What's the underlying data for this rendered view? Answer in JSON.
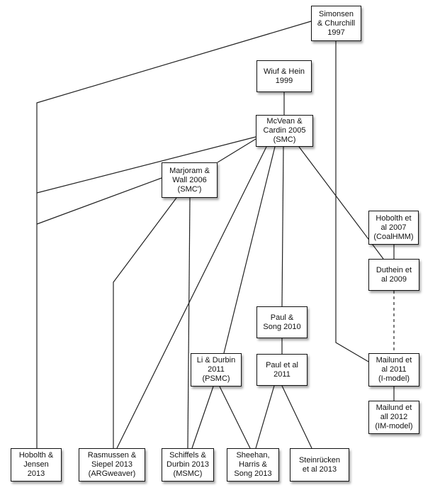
{
  "nodes": [
    {
      "id": "simonsen",
      "name": "node-simonsen-churchill-1997",
      "label": "Simonsen\n& Churchill\n1997"
    },
    {
      "id": "wiuf",
      "name": "node-wiuf-hein-1999",
      "label": "Wiuf & Hein\n1999"
    },
    {
      "id": "mcvean",
      "name": "node-mcvean-cardin-2005",
      "label": "McVean &\nCardin 2005\n(SMC)"
    },
    {
      "id": "marjoram",
      "name": "node-marjoram-wall-2006",
      "label": "Marjoram &\nWall 2006\n(SMC')"
    },
    {
      "id": "hobolth2007",
      "name": "node-hobolth-2007",
      "label": "Hobolth et\nal 2007\n(CoalHMM)"
    },
    {
      "id": "dutheil",
      "name": "node-dutheil-2009",
      "label": "Duthein et\nal 2009"
    },
    {
      "id": "paulsong",
      "name": "node-paul-song-2010",
      "label": "Paul &\nSong 2010"
    },
    {
      "id": "lidurbin",
      "name": "node-li-durbin-2011",
      "label": "Li & Durbin\n2011\n(PSMC)"
    },
    {
      "id": "paul2011",
      "name": "node-paul-2011",
      "label": "Paul et al\n2011"
    },
    {
      "id": "mailund2011",
      "name": "node-mailund-2011",
      "label": "Mailund et\nal 2011\n(I-model)"
    },
    {
      "id": "mailund2012",
      "name": "node-mailund-2012",
      "label": "Mailund et\nall 2012\n(IM-model)"
    },
    {
      "id": "hobolthjensen",
      "name": "node-hobolth-jensen-2013",
      "label": "Hobolth &\nJensen\n2013"
    },
    {
      "id": "rasmussen",
      "name": "node-rasmussen-siepel-2013",
      "label": "Rasmussen &\nSiepel 2013\n(ARGweaver)"
    },
    {
      "id": "schiffels",
      "name": "node-schiffels-durbin-2013",
      "label": "Schiffels &\nDurbin 2013\n(MSMC)"
    },
    {
      "id": "sheehan",
      "name": "node-sheehan-harris-song-2013",
      "label": "Sheehan,\nHarris &\nSong 2013"
    },
    {
      "id": "steinrucken",
      "name": "node-steinrucken-2013",
      "label": "Steinrücken\net al 2013"
    }
  ],
  "edges": [
    {
      "from": "simonsen",
      "to": "hobolthjensen",
      "style": "solid"
    },
    {
      "from": "simonsen",
      "to": "mailund2011",
      "style": "solid"
    },
    {
      "from": "wiuf",
      "to": "mcvean",
      "style": "solid"
    },
    {
      "from": "mcvean",
      "to": "marjoram",
      "style": "solid"
    },
    {
      "from": "mcvean",
      "to": "hobolthjensen",
      "style": "solid"
    },
    {
      "from": "mcvean",
      "to": "rasmussen",
      "style": "solid"
    },
    {
      "from": "mcvean",
      "to": "lidurbin",
      "style": "solid"
    },
    {
      "from": "mcvean",
      "to": "paulsong",
      "style": "solid"
    },
    {
      "from": "mcvean",
      "to": "dutheil",
      "style": "solid"
    },
    {
      "from": "marjoram",
      "to": "hobolthjensen",
      "style": "solid"
    },
    {
      "from": "marjoram",
      "to": "rasmussen",
      "style": "solid"
    },
    {
      "from": "marjoram",
      "to": "schiffels",
      "style": "solid"
    },
    {
      "from": "hobolth2007",
      "to": "dutheil",
      "style": "solid"
    },
    {
      "from": "dutheil",
      "to": "mailund2011",
      "style": "dashed"
    },
    {
      "from": "mailund2011",
      "to": "mailund2012",
      "style": "solid"
    },
    {
      "from": "paulsong",
      "to": "paul2011",
      "style": "solid"
    },
    {
      "from": "paul2011",
      "to": "sheehan",
      "style": "solid"
    },
    {
      "from": "paul2011",
      "to": "steinrucken",
      "style": "solid"
    },
    {
      "from": "lidurbin",
      "to": "schiffels",
      "style": "solid"
    },
    {
      "from": "lidurbin",
      "to": "sheehan",
      "style": "solid"
    }
  ]
}
